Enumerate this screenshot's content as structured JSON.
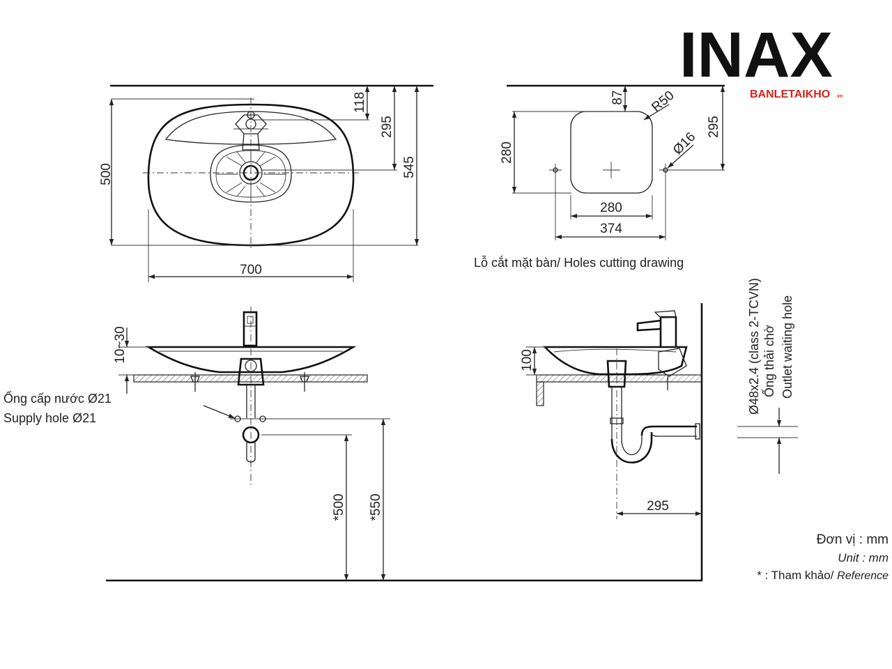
{
  "brand": {
    "logo_text": "INAX",
    "sub_text": "BANLETAIKHO",
    "sub_suffix": ".vn",
    "sub_color": "#d9221c"
  },
  "top_view": {
    "dim_width": "700",
    "dim_depth": "500",
    "dim_118": "118",
    "dim_295": "295",
    "dim_545": "545"
  },
  "cutout": {
    "dim_87": "87",
    "dim_r50": "R50",
    "dim_295": "295",
    "dim_280_v": "280",
    "dim_d16": "Ø16",
    "dim_280_h": "280",
    "dim_374": "374",
    "caption": "Lỗ cắt mặt bàn/ Holes cutting drawing"
  },
  "front_view": {
    "dim_10_30": "10~30",
    "supply_vi": "Ống cấp nước Ø21",
    "supply_en": "Supply hole Ø21",
    "dim_500": "*500",
    "dim_550": "*550"
  },
  "side_view": {
    "dim_100": "100",
    "dim_295": "295",
    "outlet_spec": "Ø48x2.4 (class 2-TCVN)",
    "outlet_vi": "Ống thải chờ",
    "outlet_en": "Outlet waiting hole"
  },
  "legend": {
    "unit_vi": "Đơn vị : mm",
    "unit_en": "Unit : mm",
    "ref_mark": "*",
    "ref_vi": " : Tham khảo/ ",
    "ref_en": "Reference"
  }
}
